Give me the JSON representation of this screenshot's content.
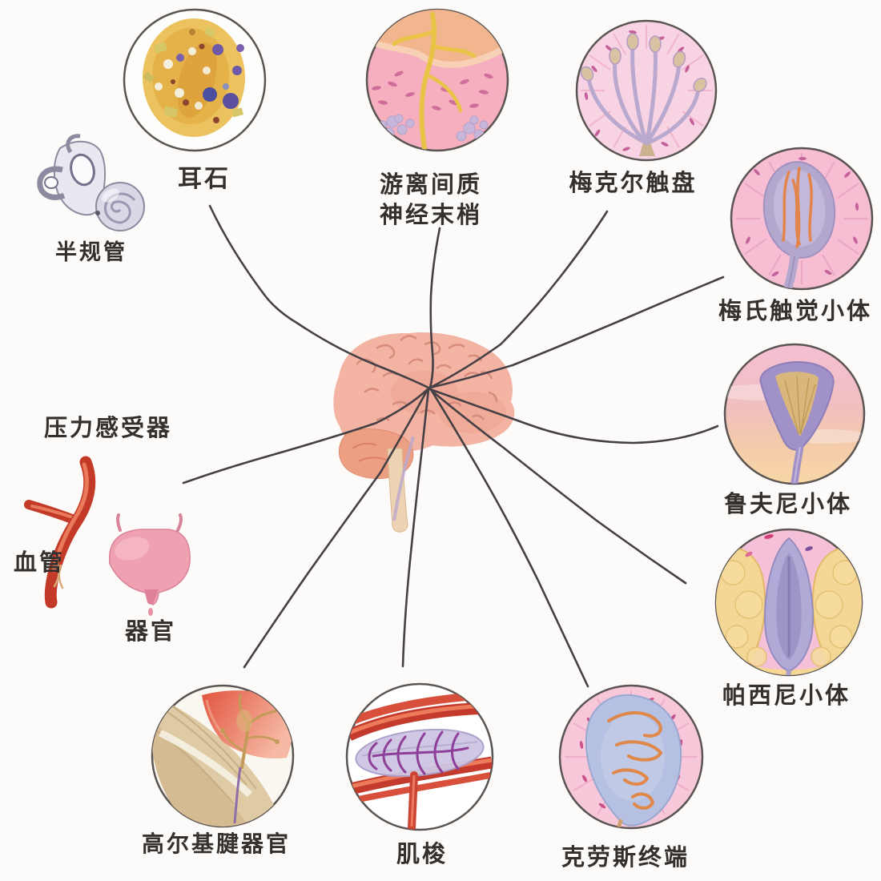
{
  "diagram": {
    "description": "sensory-receptors-to-brain-diagram",
    "labels": {
      "otolith": "耳石",
      "free_nerve_endings": "游离间质神经末梢",
      "merkel_disc": "梅克尔触盘",
      "meissner_corpuscle": "梅氏触觉小体",
      "ruffini_corpuscle": "鲁夫尼小体",
      "pacinian_corpuscle": "帕西尼小体",
      "krause_end_bulb": "克劳斯终端",
      "muscle_spindle": "肌梭",
      "golgi_tendon_organ": "高尔基腱器官",
      "semicircular_canal": "半规管",
      "baroreceptor": "压力感受器",
      "blood_vessel": "血管",
      "organ": "器官"
    },
    "colors": {
      "background": "#fcfbf9",
      "nerve_line": "#444046",
      "circle_outline": "#5a5452",
      "text": "#34302e",
      "brain_pink": "#f3b4a3",
      "vessel_red": "#c43a28"
    }
  }
}
